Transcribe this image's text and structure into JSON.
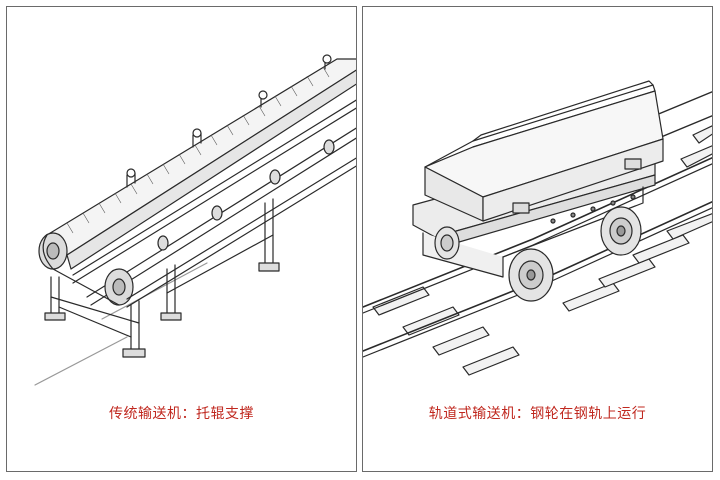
{
  "panels": [
    {
      "id": "conveyor",
      "caption": "传统输送机：托辊支撑",
      "icon": "belt-conveyor-illustration"
    },
    {
      "id": "rail-cart",
      "caption": "轨道式输送机：钢轮在钢轨上运行",
      "icon": "rail-cart-illustration"
    }
  ],
  "colors": {
    "caption": "#c0281f",
    "line": "#2a2a2a",
    "border": "#6a6a6a"
  }
}
